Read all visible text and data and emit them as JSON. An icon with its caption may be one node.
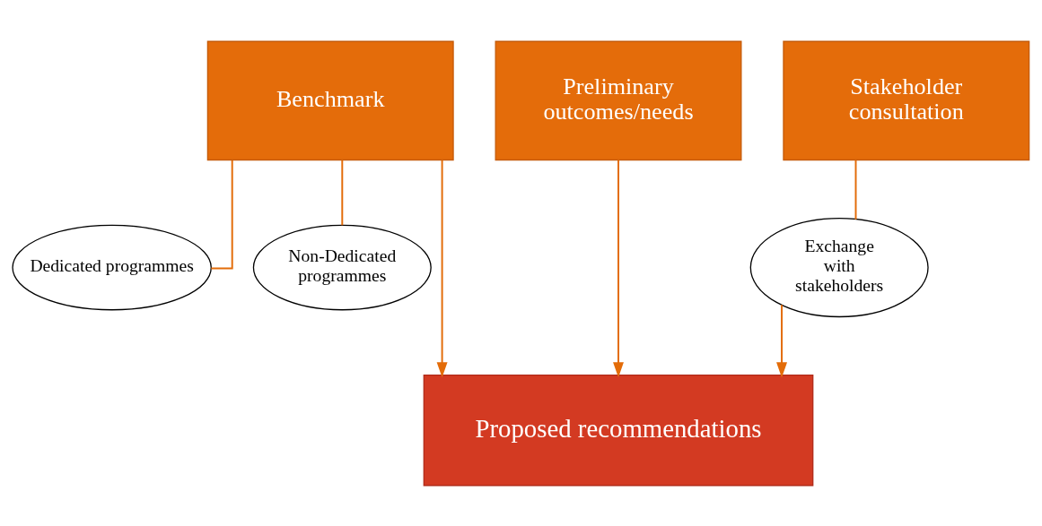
{
  "diagram": {
    "nodes": [
      {
        "text": [
          "Benchmark"
        ]
      },
      {
        "text": [
          "Stakeholder consultation"
        ]
      },
      {
        "text": [
          "Preliminary outcomes/needs"
        ]
      },
      {
        "text": [
          "Dedicated programmes"
        ]
      },
      {
        "text": [
          "Non-Dedicated programmes"
        ]
      },
      {
        "text": [
          "Exchange with stakeholders"
        ]
      },
      {
        "text": [
          "Proposed recommendations"
        ]
      }
    ],
    "edges": [
      {
        "from": 0,
        "to": 3,
        "arrow": "none"
      },
      {
        "from": 0,
        "to": 4,
        "arrow": "none"
      },
      {
        "from": 1,
        "to": 5,
        "arrow": "none"
      },
      {
        "from": 0,
        "to": 6,
        "arrow": "to"
      },
      {
        "from": 5,
        "to": 6,
        "arrow": "to"
      },
      {
        "from": 2,
        "to": 6,
        "arrow": "to"
      }
    ]
  }
}
